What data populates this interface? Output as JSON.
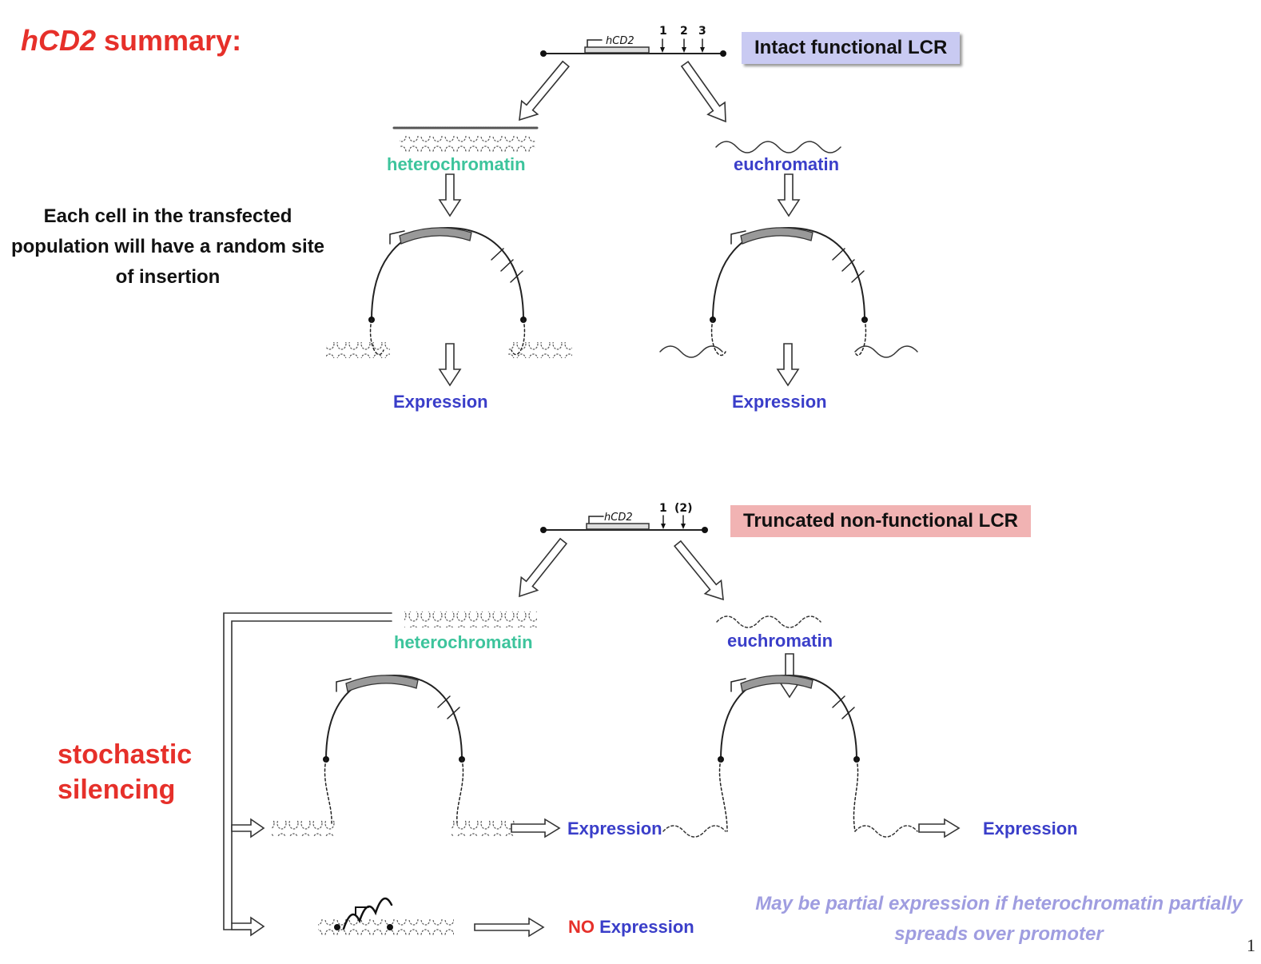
{
  "title": {
    "gene": "hCD2",
    "rest": " summary:"
  },
  "top_construct": {
    "box_label": "Intact functional LCR",
    "gene_label": "hCD2",
    "site_numbers": [
      "1",
      "2",
      "3"
    ],
    "left_branch_label": "heterochromatin",
    "right_branch_label": "euchromatin",
    "left_result": "Expression",
    "right_result": "Expression"
  },
  "side_note": "Each cell in the transfected population will have a random site of insertion",
  "bottom_construct": {
    "box_label": "Truncated non-functional LCR",
    "gene_label": "hCD2",
    "site_numbers": [
      "1",
      "(2)"
    ],
    "left_branch_label": "heterochromatin",
    "right_branch_label": "euchromatin",
    "middle_left_result": "Expression",
    "middle_right_result": "Expression",
    "no_expression_prefix": "NO",
    "no_expression_suffix": "Expression"
  },
  "stochastic_label": "stochastic silencing",
  "partial_note": "May be partial expression if heterochromatin partially spreads over promoter",
  "page_number": "1",
  "colors": {
    "title_red": "#e6302a",
    "heterochromatin_green": "#3dc49c",
    "euchromatin_blue": "#3a3ec9",
    "intact_box": "#c9caf2",
    "truncated_box": "#f1b3b3",
    "partial_note": "#9f9de0"
  }
}
